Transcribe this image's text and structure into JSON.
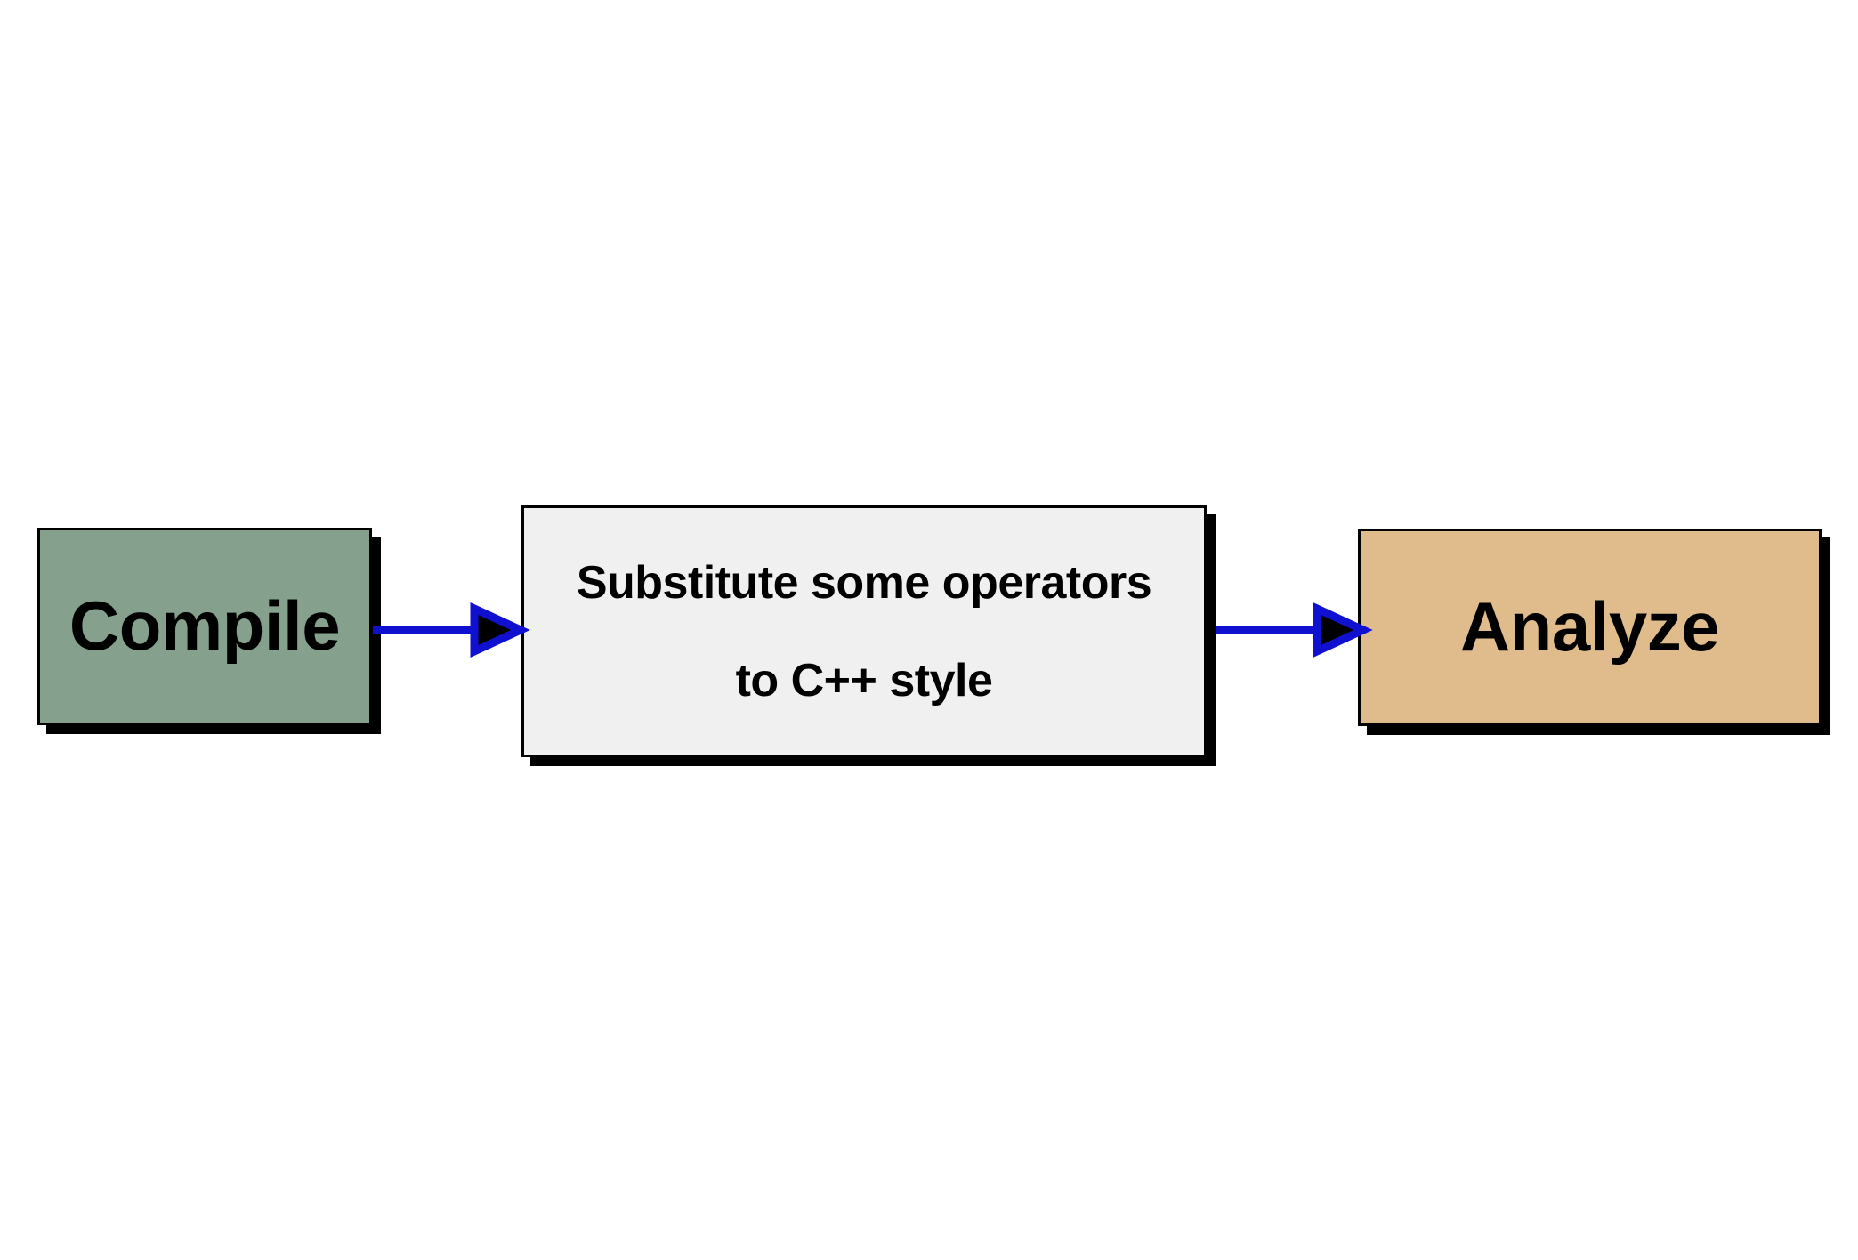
{
  "diagram": {
    "type": "flowchart",
    "orientation": "left-to-right",
    "background_color": "#FFFFFF",
    "nodes": [
      {
        "id": "compile",
        "label": "Compile",
        "fill_color": "#85A18D",
        "border_color": "#000000",
        "text_color": "#000000",
        "shadow_color": "#000000"
      },
      {
        "id": "substitute",
        "label_line1": "Substitute some operators",
        "label_line2": "to C++ style",
        "fill_color": "#F0F0F0",
        "border_color": "#000000",
        "text_color": "#000000",
        "shadow_color": "#000000"
      },
      {
        "id": "analyze",
        "label": "Analyze",
        "fill_color": "#E0BC8C",
        "border_color": "#000000",
        "text_color": "#000000",
        "shadow_color": "#000000"
      }
    ],
    "edges": [
      {
        "id": "compile-to-substitute",
        "from": "compile",
        "to": "substitute",
        "label": "",
        "color": "#1010D0",
        "head_fill": "#000000",
        "style": "solid-arrow"
      },
      {
        "id": "substitute-to-analyze",
        "from": "substitute",
        "to": "analyze",
        "label": "",
        "color": "#1010D0",
        "head_fill": "#000000",
        "style": "solid-arrow"
      }
    ]
  }
}
